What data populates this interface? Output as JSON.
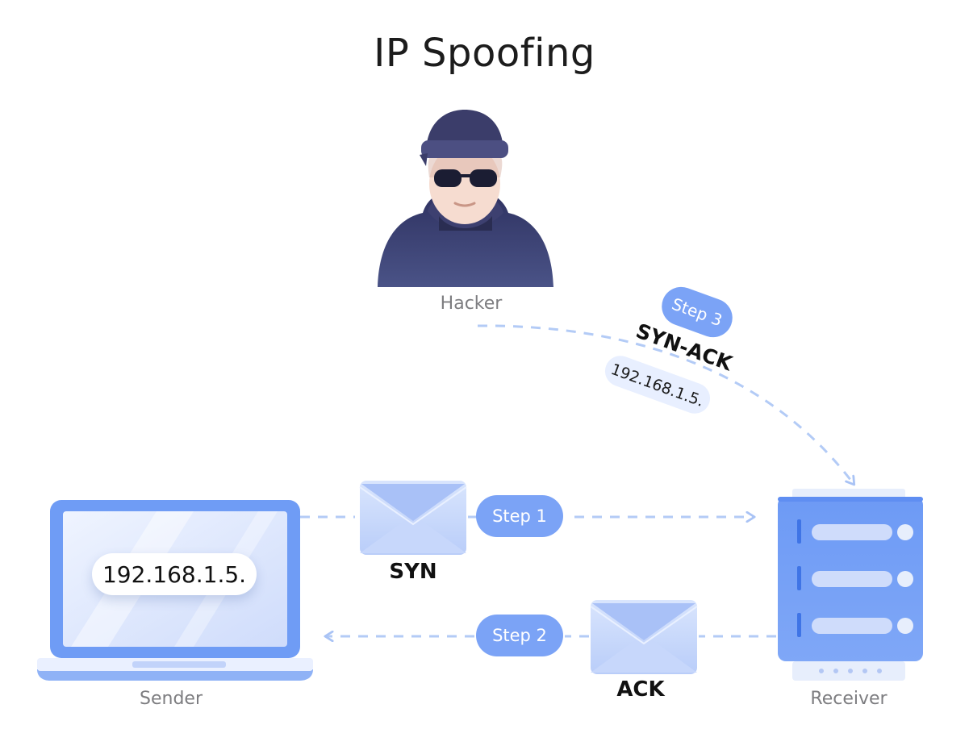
{
  "title": "IP Spoofing",
  "actors": {
    "hacker": "Hacker",
    "sender": "Sender",
    "receiver": "Receiver"
  },
  "sender_screen_ip": "192.168.1.5.",
  "steps": {
    "step1": {
      "label": "Step 1",
      "packet": "SYN"
    },
    "step2": {
      "label": "Step 2",
      "packet": "ACK"
    },
    "step3": {
      "label": "Step 3",
      "packet": "SYN-ACK",
      "spoofed_ip": "192.168.1.5."
    }
  },
  "colors": {
    "accent": "#7ba3f6",
    "dash": "#b3cbf6",
    "laptop": "#6f9cf5",
    "hoodie": "#3a3f6e"
  },
  "icons": [
    "hacker-icon",
    "laptop-icon",
    "envelope-icon",
    "server-icon"
  ]
}
